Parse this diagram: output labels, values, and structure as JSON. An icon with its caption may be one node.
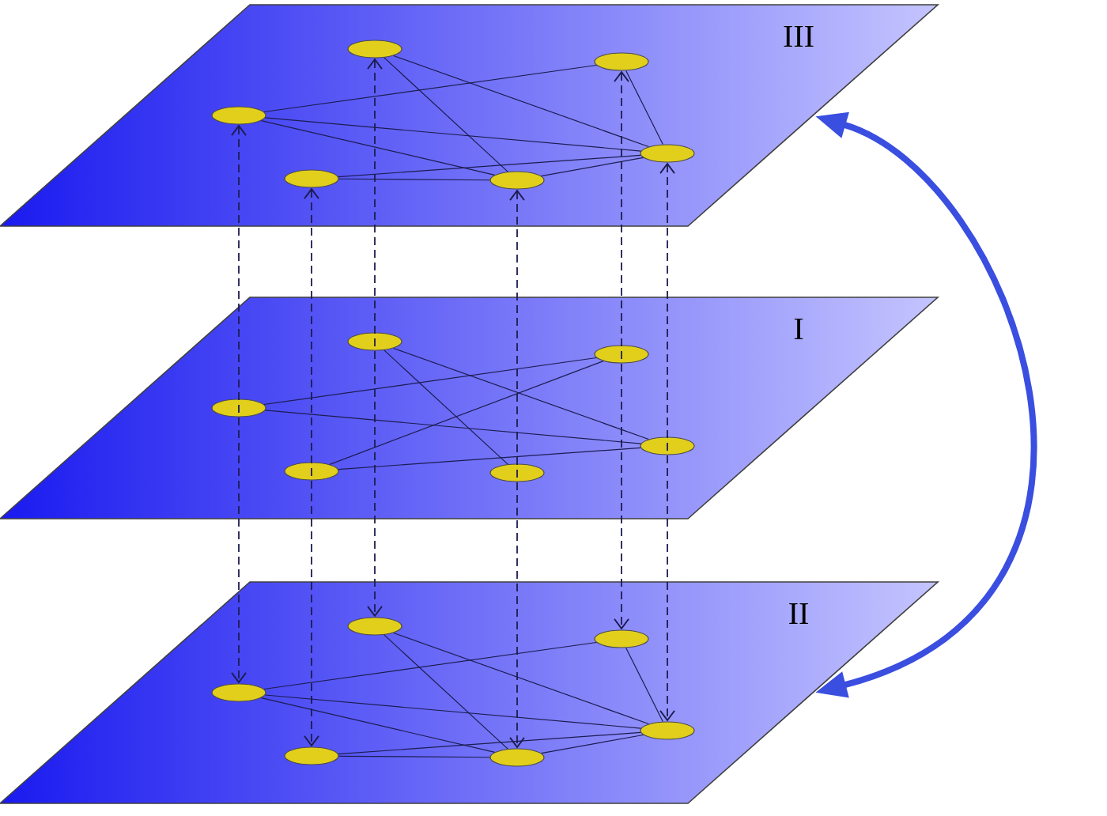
{
  "diagram": {
    "nodes": [
      {
        "text": [
          "III"
        ]
      },
      {
        "text": [],
        "shape": "ellipse",
        "in": 0
      },
      {
        "text": [],
        "shape": "ellipse",
        "in": 0
      },
      {
        "text": [],
        "shape": "ellipse",
        "in": 0
      },
      {
        "text": [],
        "shape": "ellipse",
        "in": 0
      },
      {
        "text": [],
        "shape": "ellipse",
        "in": 0
      },
      {
        "text": [],
        "shape": "ellipse",
        "in": 0
      },
      {
        "text": [
          "I"
        ]
      },
      {
        "text": [],
        "shape": "ellipse",
        "in": 7
      },
      {
        "text": [],
        "shape": "ellipse",
        "in": 7
      },
      {
        "text": [],
        "shape": "ellipse",
        "in": 7
      },
      {
        "text": [],
        "shape": "ellipse",
        "in": 7
      },
      {
        "text": [],
        "shape": "ellipse",
        "in": 7
      },
      {
        "text": [],
        "shape": "ellipse",
        "in": 7
      },
      {
        "text": [
          "II"
        ]
      },
      {
        "text": [],
        "shape": "ellipse",
        "in": 14
      },
      {
        "text": [],
        "shape": "ellipse",
        "in": 14
      },
      {
        "text": [],
        "shape": "ellipse",
        "in": 14
      },
      {
        "text": [],
        "shape": "ellipse",
        "in": 14
      },
      {
        "text": [],
        "shape": "ellipse",
        "in": 14
      },
      {
        "text": [],
        "shape": "ellipse",
        "in": 14
      }
    ],
    "edges": [
      {
        "from": 1,
        "to": 6,
        "arrow": "none"
      },
      {
        "from": 1,
        "to": 4,
        "arrow": "none"
      },
      {
        "from": 2,
        "to": 3,
        "arrow": "none"
      },
      {
        "from": 2,
        "to": 4,
        "arrow": "none"
      },
      {
        "from": 3,
        "to": 4,
        "arrow": "none"
      },
      {
        "from": 3,
        "to": 6,
        "arrow": "none"
      },
      {
        "from": 5,
        "to": 6,
        "arrow": "none"
      },
      {
        "from": 5,
        "to": 4,
        "arrow": "none"
      },
      {
        "from": 6,
        "to": 4,
        "arrow": "none"
      },
      {
        "from": 8,
        "to": 13,
        "arrow": "none"
      },
      {
        "from": 8,
        "to": 11,
        "arrow": "none"
      },
      {
        "from": 10,
        "to": 9,
        "arrow": "none"
      },
      {
        "from": 12,
        "to": 9,
        "arrow": "none"
      },
      {
        "from": 10,
        "to": 11,
        "arrow": "none"
      },
      {
        "from": 12,
        "to": 11,
        "arrow": "none"
      },
      {
        "from": 15,
        "to": 20,
        "arrow": "none"
      },
      {
        "from": 15,
        "to": 18,
        "arrow": "none"
      },
      {
        "from": 16,
        "to": 17,
        "arrow": "none"
      },
      {
        "from": 16,
        "to": 18,
        "arrow": "none"
      },
      {
        "from": 17,
        "to": 18,
        "arrow": "none"
      },
      {
        "from": 17,
        "to": 20,
        "arrow": "none"
      },
      {
        "from": 19,
        "to": 20,
        "arrow": "none"
      },
      {
        "from": 19,
        "to": 18,
        "arrow": "none"
      },
      {
        "from": 20,
        "to": 18,
        "arrow": "none"
      },
      {
        "from": 1,
        "to": 15,
        "arrow": "both",
        "style": "dashed"
      },
      {
        "from": 2,
        "to": 16,
        "arrow": "both",
        "style": "dashed"
      },
      {
        "from": 3,
        "to": 17,
        "arrow": "both",
        "style": "dashed"
      },
      {
        "from": 4,
        "to": 18,
        "arrow": "both",
        "style": "dashed"
      },
      {
        "from": 5,
        "to": 19,
        "arrow": "both",
        "style": "dashed"
      },
      {
        "from": 6,
        "to": 20,
        "arrow": "both",
        "style": "dashed"
      },
      {
        "from": 0,
        "to": 14,
        "arrow": "both",
        "style": "thick",
        "color": "#3a4ee0"
      }
    ]
  }
}
